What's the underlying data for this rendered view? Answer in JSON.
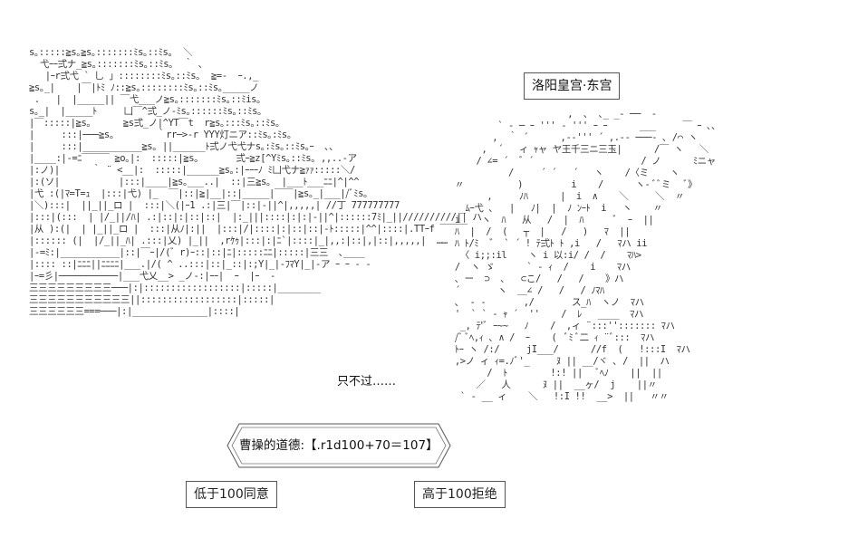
{
  "scene": {
    "place_label": "洛阳皇宫·东宫",
    "thought": "只不过……",
    "roll_banner": "曹操的道德:【.r1d100+70＝107】",
    "choices": {
      "agree": "低于100同意",
      "refuse": "高于100拒绝"
    }
  },
  "art": {
    "left_building": "s｡:::::≧s｡≧s｡:::::::ﾐs｡::ﾐs｡  ＼\n  弋ｰｰ弍ナ_≧s｡:::::::ﾐs｡::ﾐs｡  ｀ ､\n   |ｰr弍弋 ` 乚 」::::::::ﾐs｡::ﾐs｡  ≧=-  ｰ.,_\n≧s｡_|    |￣|ﾄﾐ ﾉ::≧s｡::::::::ﾐs｡::ﾐs｡_____ノ\n .   |  |_____|| ￣弋___ノ≧s｡:::::::ﾐs｡::ﾐis｡\ns｡_|  |_____ﾄ     凵￣^弍_ノ-ﾐs｡::::::ﾐs｡::ﾐs｡\n|￣:::::|≧s｡      ≧s弍_ノ|^YT￣t  r≧s｡:::ﾐs｡::ﾐs｡\n|     :::|───≧s｡        ｀rr─>-r YYY灯ニア::ﾐs｡:ﾐs｡\n|     :::|___________≧s｡ ||______ﾄ弍ノ弋弋ナs｡:ﾐs｡::ﾐs｡ｰ  ､、\n|____:|-=ﾆ￣￣￣ ≧o｡|:  :::::|≧s｡       弍ｰ≧z[^Yﾐs｡::ﾐs｡ ,,..-ア\n|:ノ)|      ｀ ¨ <__|:  :::::|______≧s｡:|ｰｰｰﾉ ﾐ凵弋ナ≧ｧｧ:::::＼/\n|:(ソ|           |:::|____|≧s｡___..|  ::|三≧s｡  |___ﾄ___ﾆﾆ|^|^^\n|弋 :(|ﾏ=T=ｭ  |:::|弋) |_  ￣|::|≧|__|::|_____|￣￣|≧s｡_|___|/ﾞﾐs｡\n|＼):::|  ||_||_ロ |  :::|＼(|ｰ1 .:|三|￣|::|-||^|,,,,,| //丁 777777777\n|:::|(:::  | |/_||/ﾊ| .:|::|:|::|::|  |:_|||::::|:|:|-||^|::::::7ﾐ|_||//////////|| ハ\n|从 ):(|  | |_||_ロ |  :::|从ﾉ|:||  |:::|/|::::|:|::|::|-ﾄ:::::|^^|::::|.TTｰf ￣￣￣\n|:::::: (|  |/_||_ﾊ| .:::|乂) |_||  ,rｹｩ|:::|:|ﾆ`|::::|_|,,:|::|,|::|,,,,,|  ……\n|-=ﾐ:|___________|::|￣ｰ|/(゛r)ｰ::|::|ﾆ|:::::ﾆﾆ|:::::|三三  ､____\n|:::: ::|ﾆﾆﾆ||ﾆﾆﾆﾆ|___.|/( ^ ..:::|::|_::|:;Y|_|-ﾌﾏY|_|-ア ｰ ｰ ‐ ‐\n|ｰ=彡|───────────|___弋乂__> _ノ-:|ｰｰ|  ｰ  |ｰ  -\n三三三三三三三三三───|:|::::::::::::::::::|:::::|________\n三三三三三三三三三三三||::::::::::::::::::|:::::|\n三三三三三三===───|:|______________|::::|",
    "right_character": "                       ,  ､  ､_ _‐ ──  ‐\n          ` ‐ ─ ｰ ''' ‐ ''' ｰ ｰ      ___     ￣ ｰ ､、\n         ,  ｀ ´      ,-‐''' ´ ,.-‐ ───‐ ､ /⌒ ヽ\n       ,  ´   ィ ｬャ ヤ王千三ニ三玉|      /￣ ヽ   ＼\n      / ∠= ´  ゛´                    / ノ      ﾐニャ\n            /     ´ ´   ´   ヽ    /〈ミ    ヽ\n  〃          )         i    /      ヽ- ﾞﾞミ   ﾞ》\n        ,     ﾉﾊ      |  i  ∧    ＼     ＼  〃\n   _ﾑｰ弋 ､   |   ﾉ|  |  ﾉ ﾝｰﾄ  i   ヽ    〃\n  i    ヽ  ﾊ   从   /  |  ﾊ      ﾞ  ｰ  ||\n  ﾊ  |  /  (   ┬  |   /   )   ﾏ  ||\n  ﾊ ﾄ/ﾐ  ゛ ` ´ ! ﾃ弍ﾄ ﾄ ,i   /   ﾏハ ii\n   〈 i;;:il    ヽ i 以:i/ /  /    ﾏﾊ>\n  /  ヽ ゞ      ` - ｨ  /    i    ﾏハ\n  ､ ー  ⊃  ､   ⊂こ/   /   /    》ハ\n  ´       ヽ  ＿∠ /   /   / ﾉﾏﾊ\n  ､  ‐ ‐       ,/       ス_ﾊ  ヽノ  ﾏハ\n  '  ` ` - ｬ ´  ''    /  ﾚ   ____  ﾏハ\n   _, ﾃ'ﾞ ｰ~~   ﾉ    /  ,ィ ¨:::''::::::: ﾏハ\n  /ﾞ ﾞﾍ,ｨ ､ ∧ /  ｰ    (  ﾞﾐ ﾞ二 ｨ ¨ﾞ:::  ﾏハ\n  ﾄｰ ヽ /:/     jI___/      //f  (   !:::I  ﾏハ\n  ,>ノ ィ ｨ=.ﾉﾞ'_     ﾇ || __/ヾ ､ /  ||  ハ\n        /  ﾄ        !:! ||   ﾞﾍﾉ    ||  ||\n      ／   人      ﾇ ||  __ヶ/  j    ||〃\n   ` ‐ __ ィ    ＼   !:I !!  __>  ||   〃〃"
  }
}
